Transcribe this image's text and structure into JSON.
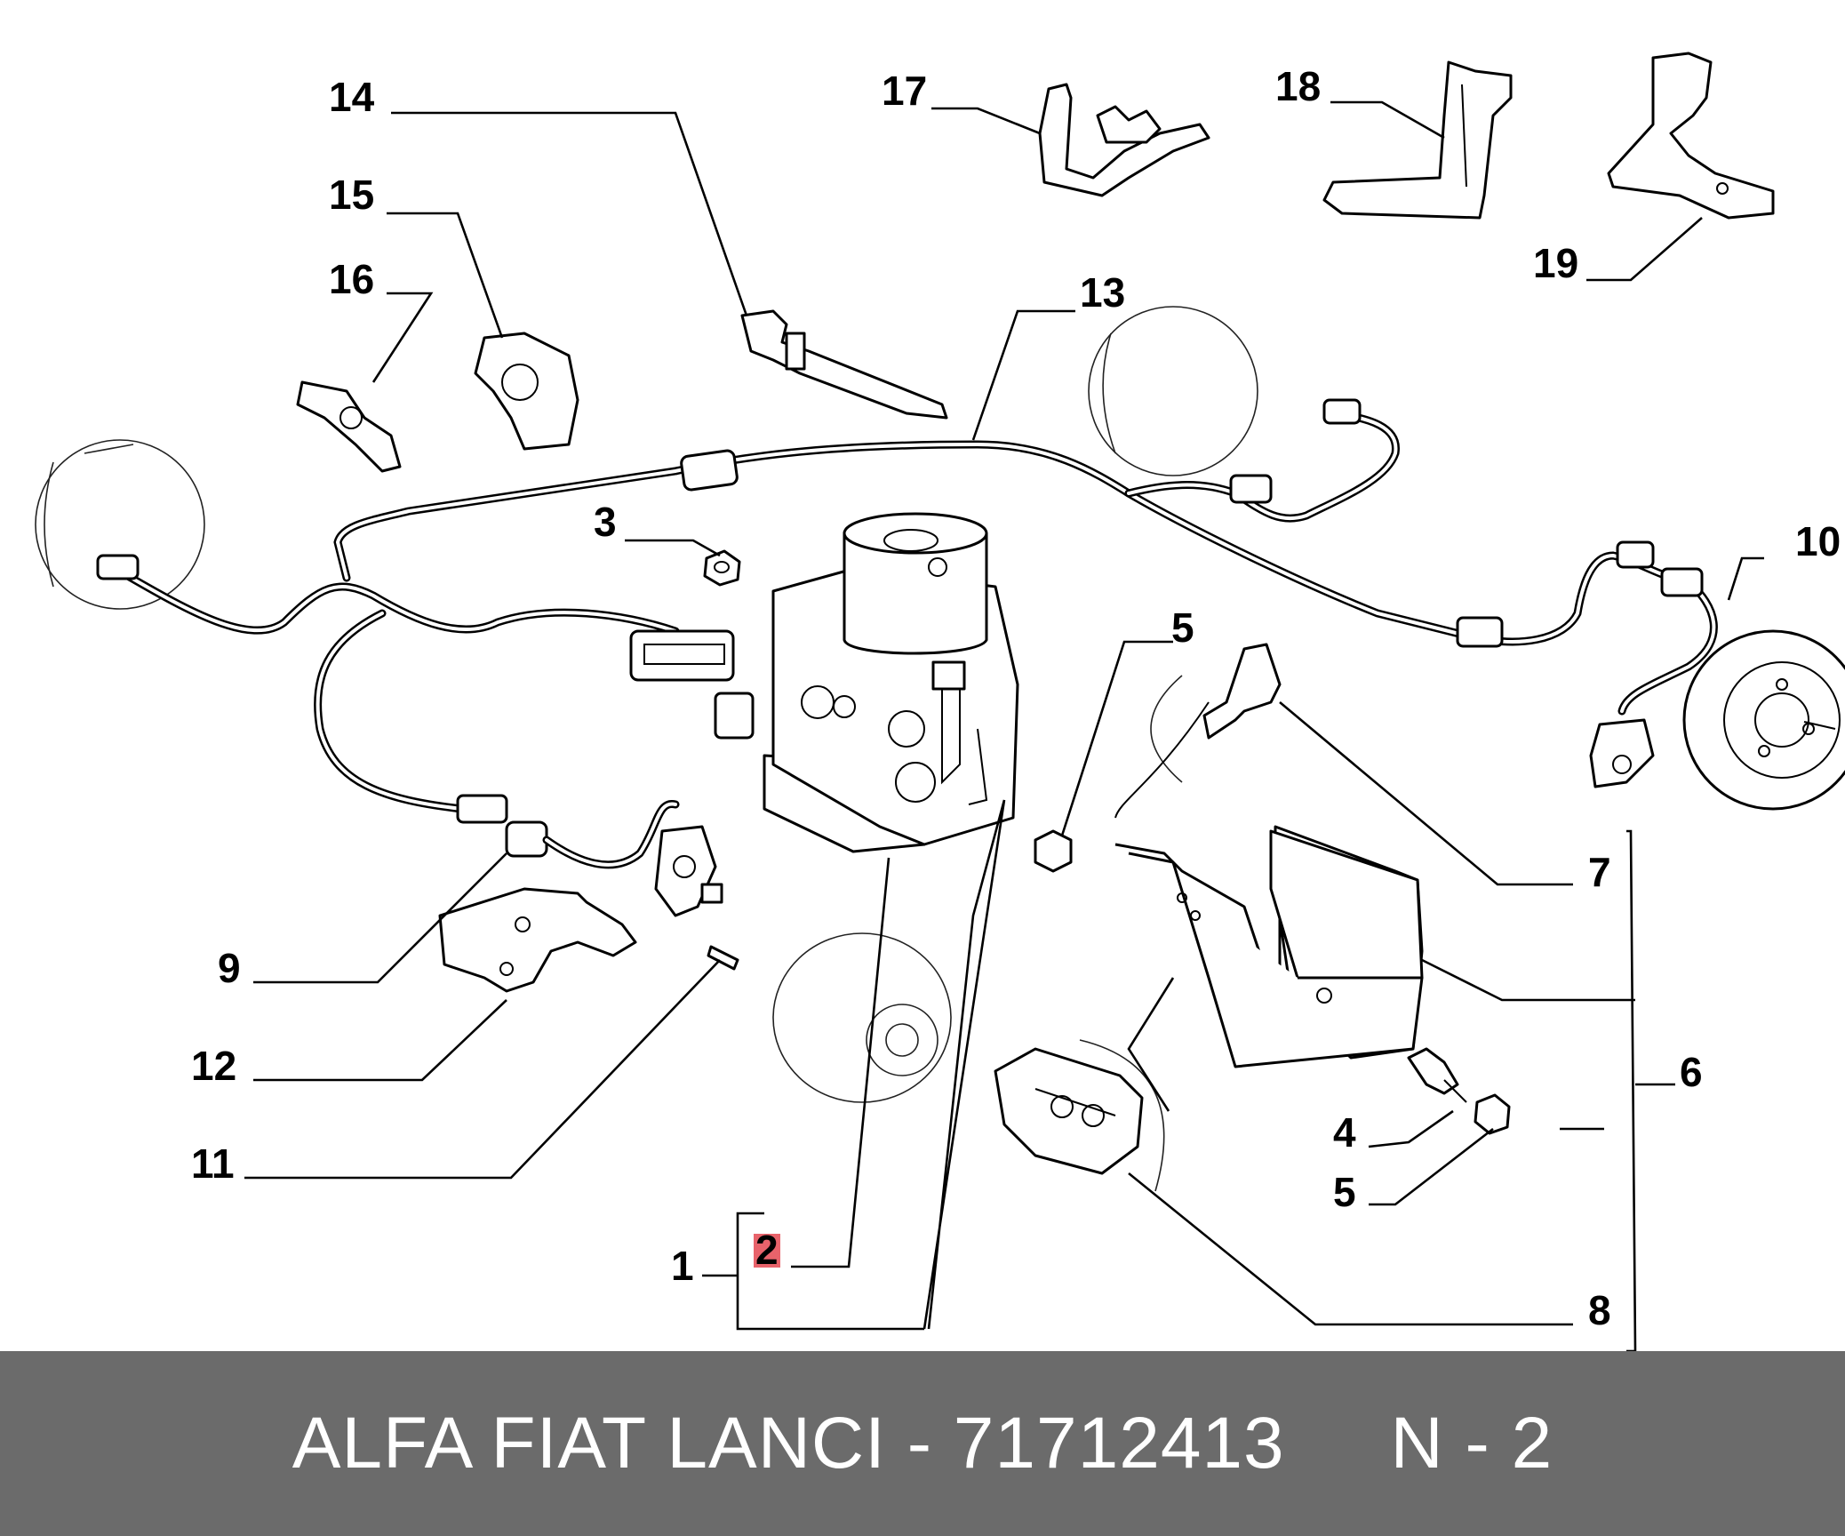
{
  "callouts": {
    "c1": "1",
    "c2": "2",
    "c3": "3",
    "c4": "4",
    "c5a": "5",
    "c5b": "5",
    "c6": "6",
    "c7": "7",
    "c8": "8",
    "c9": "9",
    "c10": "10",
    "c11": "11",
    "c12": "12",
    "c13": "13",
    "c14": "14",
    "c15": "15",
    "c16": "16",
    "c17": "17",
    "c18": "18",
    "c19": "19"
  },
  "highlight": {
    "item": "2",
    "color": "#e8636b"
  },
  "footer": {
    "text": "ALFA FIAT LANCI - 71712413     N - 2",
    "background": "#6b6b6b",
    "color": "#ffffff"
  }
}
